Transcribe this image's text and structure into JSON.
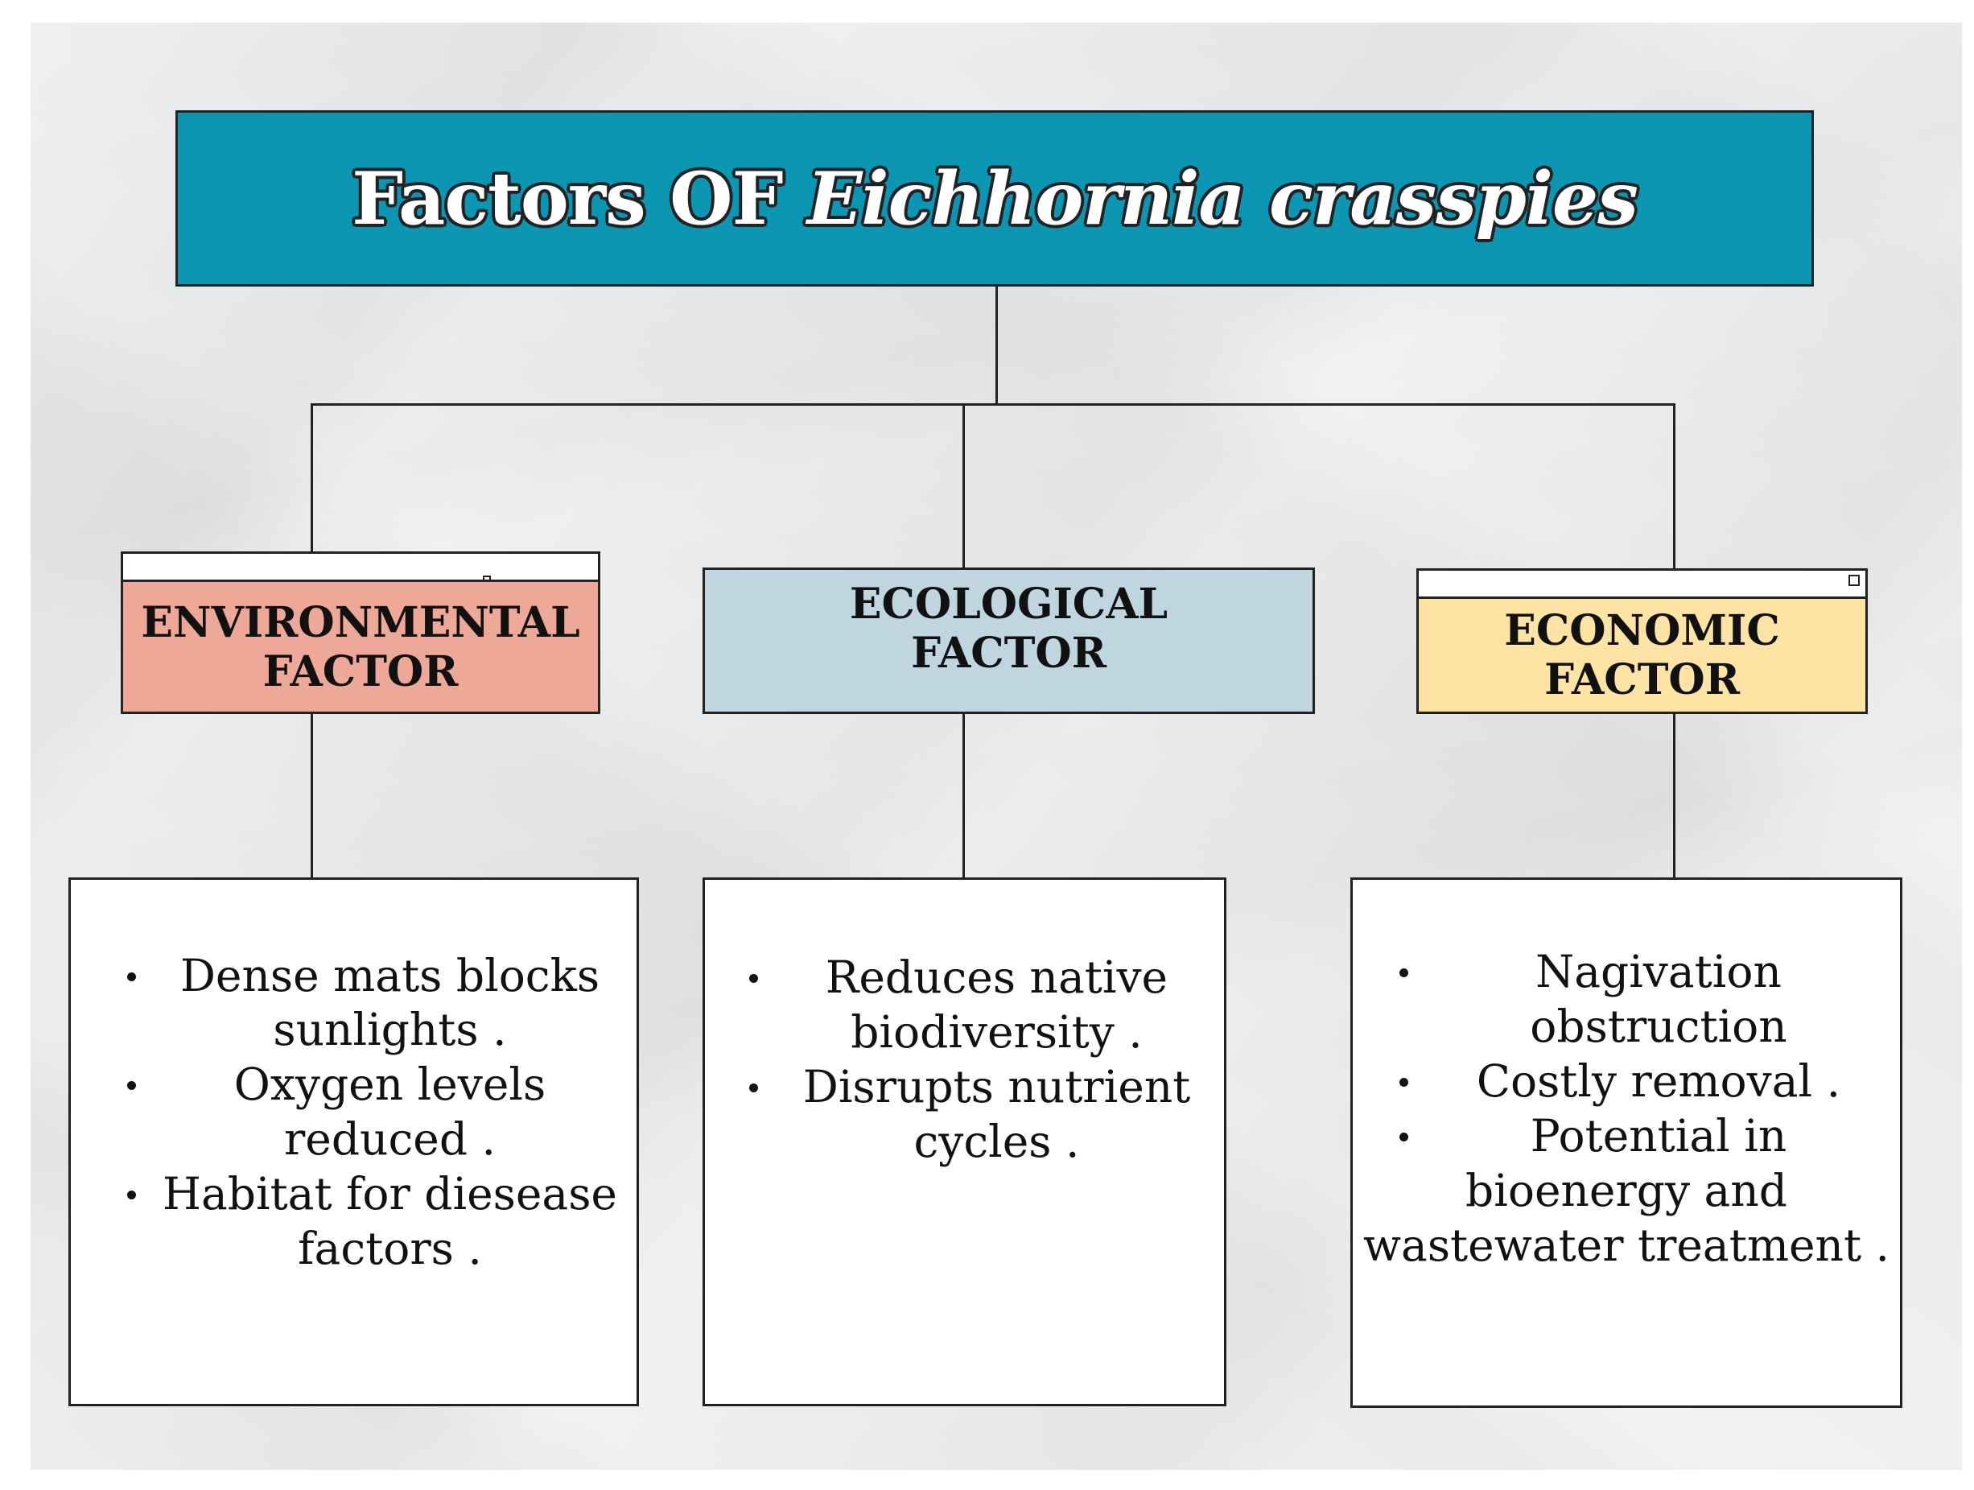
{
  "title": {
    "prefix": "Factors OF ",
    "species": "Eichhornia crasspies"
  },
  "colors": {
    "title_fill": "#0b96b3",
    "environmental_fill": "#eea898",
    "ecological_fill": "#bfd6e1",
    "economic_fill": "#fde3a4"
  },
  "factors": [
    {
      "heading_line1": "ENVIRONMENTAL",
      "heading_line2": "FACTOR",
      "items": [
        [
          "Dense mats blocks",
          "sunlights ."
        ],
        [
          "Oxygen levels",
          "reduced ."
        ],
        [
          "Habitat for diesease",
          "factors ."
        ]
      ]
    },
    {
      "heading_line1": "ECOLOGICAL",
      "heading_line2": "FACTOR",
      "items": [
        [
          "Reduces native",
          "biodiversity ."
        ],
        [
          "Disrupts nutrient",
          "cycles ."
        ]
      ]
    },
    {
      "heading_line1": "ECONOMIC",
      "heading_line2": "FACTOR",
      "items": [
        [
          "Nagivation",
          "obstruction"
        ],
        [
          "Costly removal ."
        ],
        [
          "Potential in",
          "bioenergy and",
          "wastewater treatment ."
        ]
      ]
    }
  ]
}
